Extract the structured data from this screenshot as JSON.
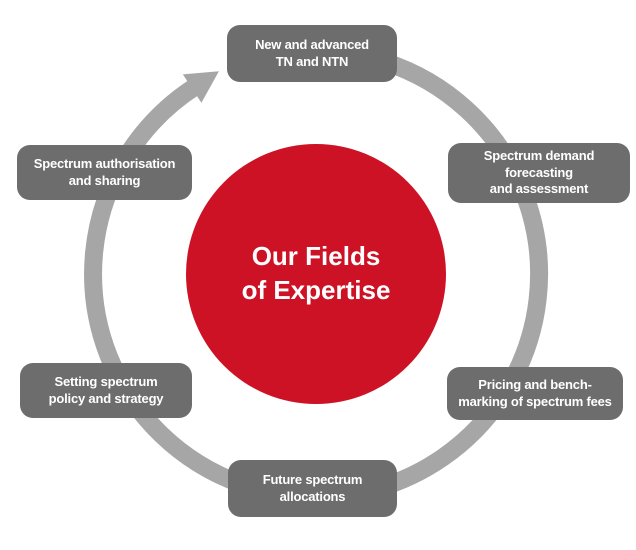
{
  "center": {
    "title": "Our Fields\nof Expertise"
  },
  "nodes": [
    {
      "id": "new-and-advanced-tn-and-ntn",
      "position": "top",
      "label": "New and advanced\nTN and NTN"
    },
    {
      "id": "spectrum-demand-forecasting",
      "position": "top-right",
      "label": "Spectrum demand\nforecasting\nand assessment"
    },
    {
      "id": "pricing-and-benchmarking",
      "position": "bottom-right",
      "label": "Pricing and bench-\nmarking of spectrum fees"
    },
    {
      "id": "future-spectrum-allocations",
      "position": "bottom",
      "label": "Future spectrum\nallocations"
    },
    {
      "id": "setting-spectrum-policy",
      "position": "bottom-left",
      "label": "Setting spectrum\npolicy and strategy"
    },
    {
      "id": "spectrum-authorisation",
      "position": "top-left",
      "label": "Spectrum authorisation\nand sharing"
    }
  ],
  "colors": {
    "accent_red": "#cd1225",
    "node_gray": "#6d6d6d",
    "ring_gray": "#a6a6a6",
    "text_white": "#ffffff"
  }
}
